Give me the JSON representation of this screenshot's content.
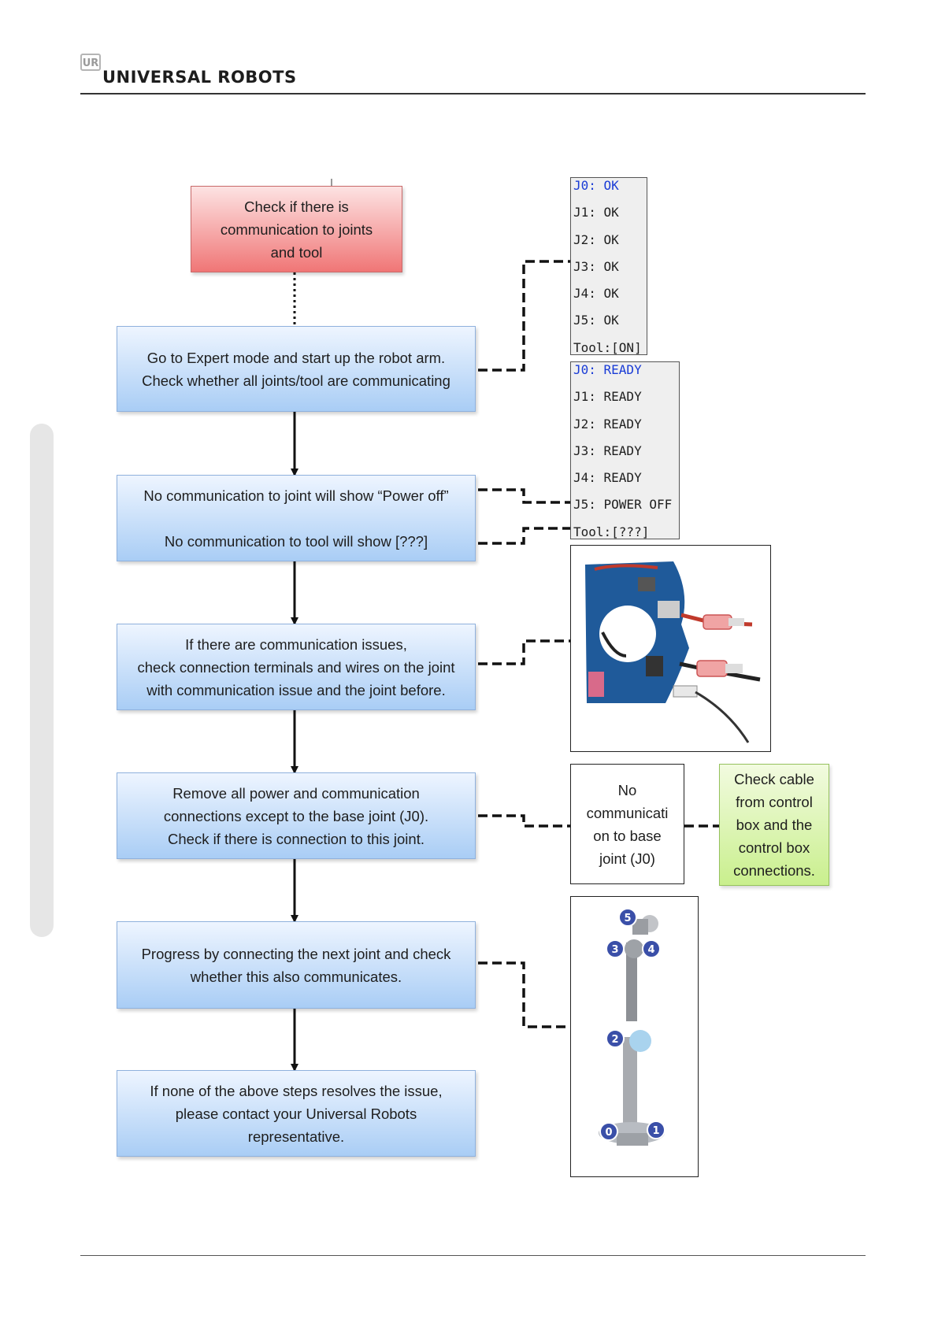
{
  "header": {
    "logo_text": "UR",
    "brand_name": "UNIVERSAL ROBOTS"
  },
  "flowchart": {
    "start": "Check if there is\ncommunication to joints\nand tool",
    "steps": [
      "Go to Expert mode and start up the robot arm.\nCheck whether all joints/tool are communicating",
      "No communication to joint will show “Power off”\n\nNo communication to tool will show [???]",
      "If there are communication issues,\ncheck connection terminals and wires on the joint\nwith communication issue and the joint before.",
      "Remove all power and communication\nconnections except to the base joint (J0).\nCheck if there is connection to this joint.",
      "Progress by connecting the next joint and check\nwhether this also communicates.",
      "If none of the above steps resolves the issue,\nplease contact your Universal Robots\nrepresentative."
    ],
    "no_base_comm": "No\ncommunicati\non to base\njoint (J0)",
    "check_cable": "Check cable\nfrom control\nbox and the\ncontrol box\nconnections."
  },
  "status_ok": {
    "rows": [
      "J0: OK",
      "J1: OK",
      "J2: OK",
      "J3: OK",
      "J4: OK",
      "J5: OK",
      "Tool:[ON]"
    ]
  },
  "status_fault": {
    "rows": [
      "J0: READY",
      "J1: READY",
      "J2: READY",
      "J3: READY",
      "J4: READY",
      "J5: POWER OFF",
      "Tool:[???]"
    ]
  },
  "robot_joint_labels": [
    "5",
    "3",
    "4",
    "2",
    "0",
    "1"
  ],
  "colors": {
    "start_box": "#f07676",
    "step_box": "#a9cdf5",
    "cable_box": "#c9ef8d",
    "highlight_text": "#1a3cd6",
    "joint_badge": "#3a4fa8"
  }
}
